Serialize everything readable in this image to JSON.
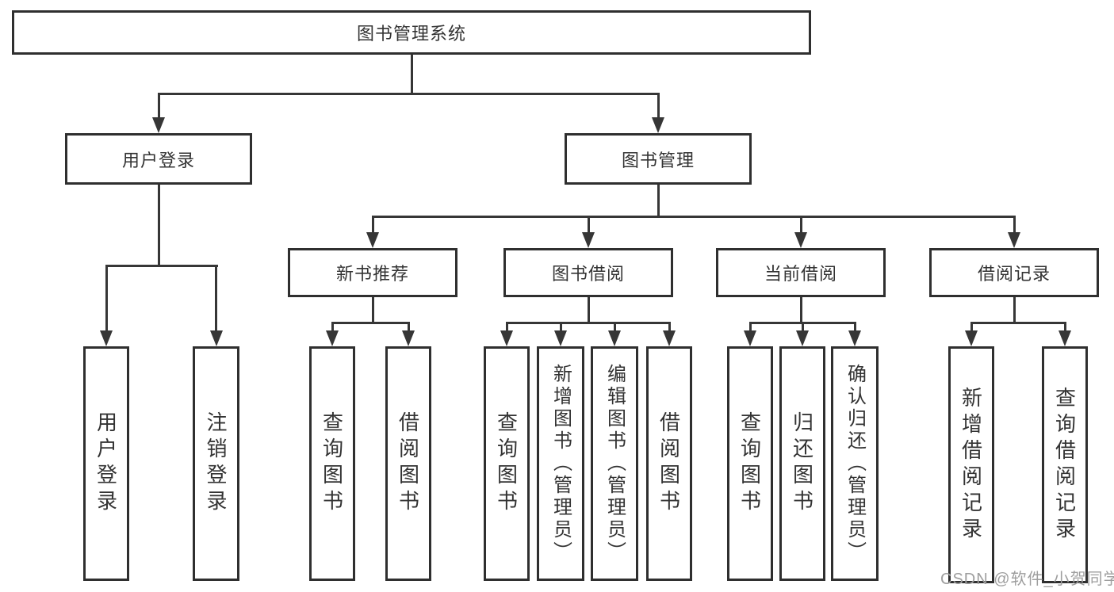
{
  "nodes": {
    "root": {
      "label": "图书管理系统"
    },
    "login": {
      "label": "用户登录",
      "children": [
        {
          "label": "用户登录"
        },
        {
          "label": "注销登录"
        }
      ]
    },
    "mgmt": {
      "label": "图书管理",
      "groups": [
        {
          "label": "新书推荐",
          "children": [
            {
              "label": "查询图书"
            },
            {
              "label": "借阅图书"
            }
          ]
        },
        {
          "label": "图书借阅",
          "children": [
            {
              "label": "查询图书"
            },
            {
              "label": "新增图书（管理员）"
            },
            {
              "label": "编辑图书（管理员）"
            },
            {
              "label": "借阅图书"
            }
          ]
        },
        {
          "label": "当前借阅",
          "children": [
            {
              "label": "查询图书"
            },
            {
              "label": "归还图书"
            },
            {
              "label": "确认归还（管理员）"
            }
          ]
        },
        {
          "label": "借阅记录",
          "children": [
            {
              "label": "新增借阅记录"
            },
            {
              "label": "查询借阅记录"
            }
          ]
        }
      ]
    }
  },
  "watermark": {
    "text": "CSDN @软件_小贺同学"
  },
  "colors": {
    "line": "#363636",
    "box_border": "#2f2f2f",
    "box_fill": "#ffffff",
    "text": "#333333",
    "watermark": "#9e9e9e"
  }
}
